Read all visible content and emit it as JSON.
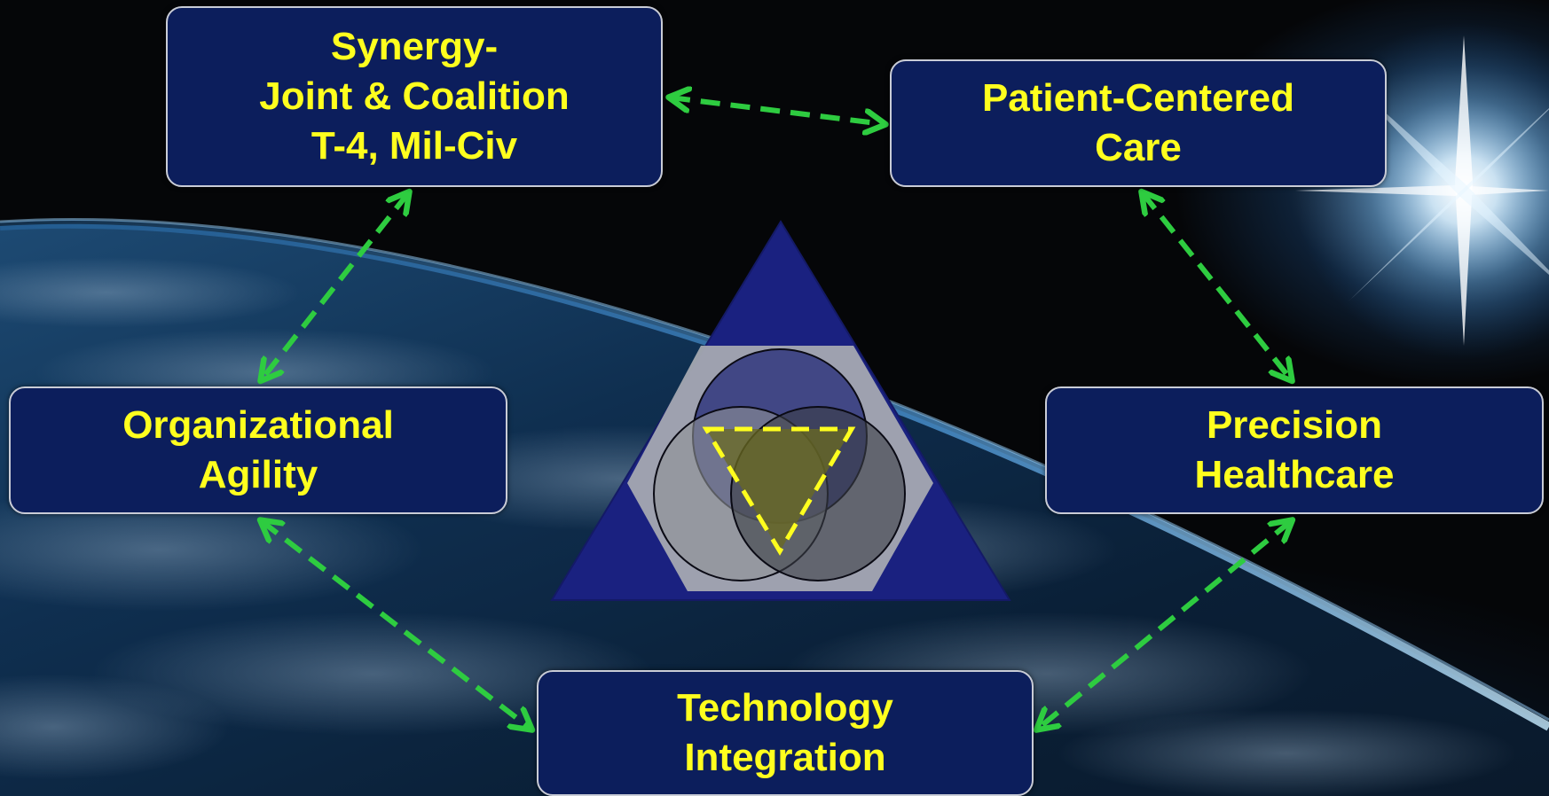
{
  "boxes": {
    "synergy": "Synergy-\nJoint & Coalition\nT-4, Mil-Civ",
    "patient": "Patient-Centered\nCare",
    "org": "Organizational\nAgility",
    "precision": "Precision\nHealthcare",
    "technology": "Technology\nIntegration"
  },
  "colors": {
    "box_fill": "#0c1e5c",
    "box_text": "#ffff1e",
    "arrow": "#2ecc40",
    "triangle": "#1a2180",
    "inner_triangle_dash": "#ffff1e"
  },
  "icons": {
    "center": "venn-triangle-emblem",
    "connector": "double-headed-dashed-arrow"
  }
}
